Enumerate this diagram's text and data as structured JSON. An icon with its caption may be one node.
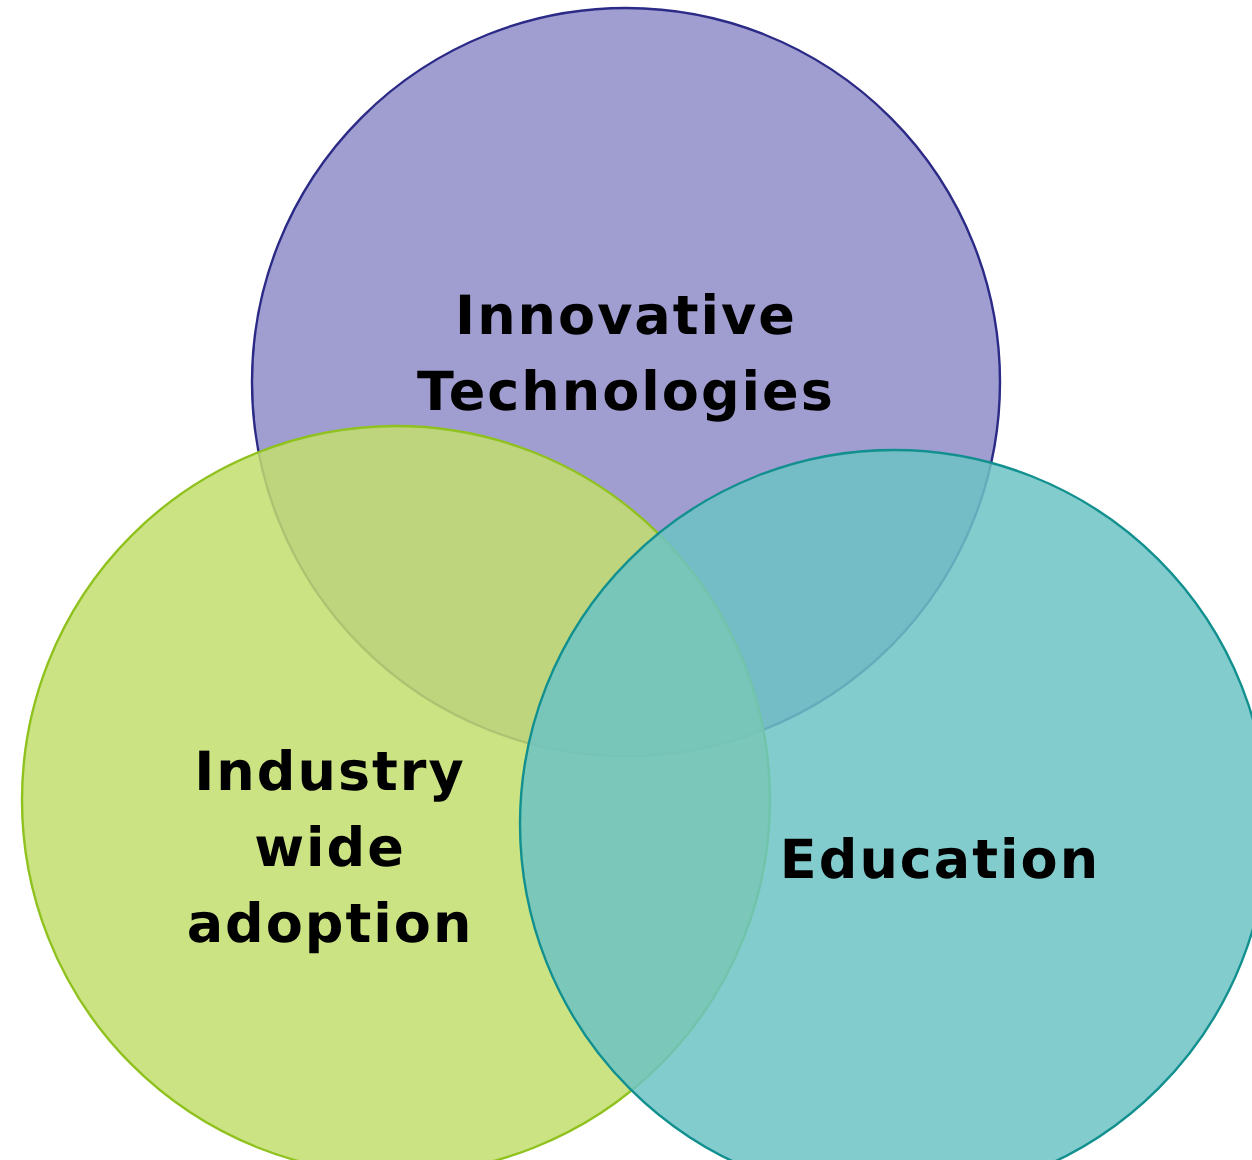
{
  "diagram": {
    "nodes": [
      {
        "text": [
          "Innovative Technologies"
        ]
      },
      {
        "text": [
          "Industry wide adoption"
        ]
      },
      {
        "text": [
          "Education"
        ]
      }
    ]
  }
}
